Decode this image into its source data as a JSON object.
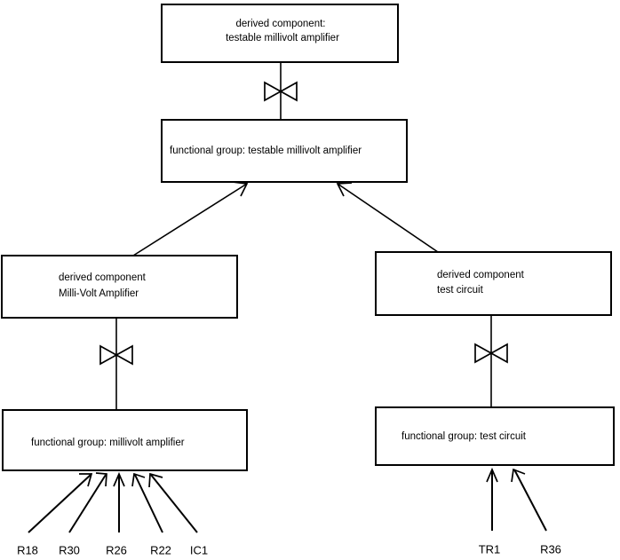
{
  "diagram": {
    "title": "derived component / functional group decomposition",
    "colors": {
      "background": "#ffffff",
      "stroke": "#000000",
      "box_fill": "#ffffff"
    },
    "nodes": {
      "top_derived": {
        "line1": "derived component:",
        "line2": "testable millivolt amplifier"
      },
      "top_functional": {
        "line1": "functional group: testable millivolt amplifier"
      },
      "left_derived": {
        "line1": "derived component",
        "line2": "Milli-Volt Amplifier"
      },
      "right_derived": {
        "line1": "derived component",
        "line2": "test circuit"
      },
      "left_functional": {
        "line1": "functional group: millivolt amplifier"
      },
      "right_functional": {
        "line1": "functional group: test circuit"
      }
    },
    "leaf_labels_left": [
      {
        "text": "R18"
      },
      {
        "text": "R30"
      },
      {
        "text": "R26"
      },
      {
        "text": "R22"
      },
      {
        "text": "IC1"
      }
    ],
    "leaf_labels_right": [
      {
        "text": "TR1"
      },
      {
        "text": "R36"
      }
    ],
    "connector_names": {
      "bowtie": "refinement-bowtie-connector",
      "arrow": "open-arrowhead-connector"
    }
  }
}
